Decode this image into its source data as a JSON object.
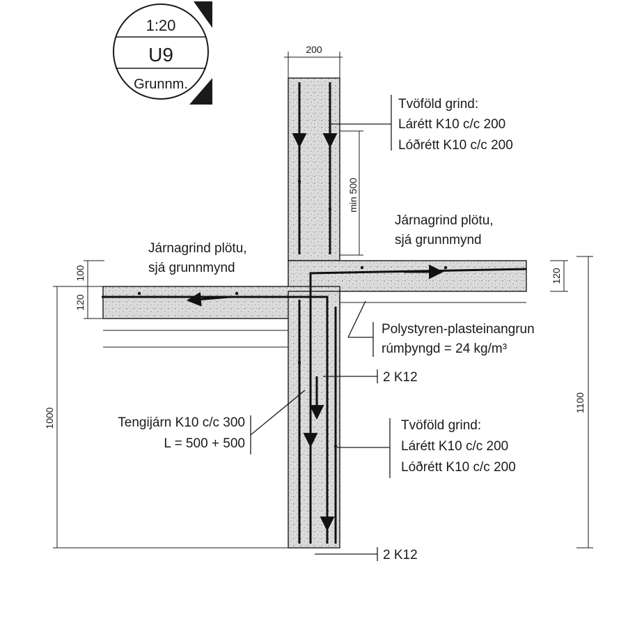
{
  "badge": {
    "scale": "1:20",
    "code": "U9",
    "ref": "Grunnm."
  },
  "dimensions": {
    "wall_width": "200",
    "min_length": "min 500",
    "slab_left_top": "100",
    "slab_left_thickness": "120",
    "slab_right_thickness": "120",
    "height_left": "1000",
    "height_right": "1100"
  },
  "labels": {
    "upper_grid": [
      "Tvöföld grind:",
      "Lárétt K10 c/c 200",
      "Lóðrétt K10 c/c 200"
    ],
    "slab_right": [
      "Járnagrind plötu,",
      "sjá grunnmynd"
    ],
    "slab_left": [
      "Járnagrind plötu,",
      "sjá grunnmynd"
    ],
    "insulation": [
      "Polystyren-plasteinangrun",
      "rúmþyngd = 24 kg/m³"
    ],
    "bars_mid": "2 K12",
    "ties": [
      "Tengijárn K10 c/c 300",
      "L = 500 + 500"
    ],
    "lower_grid": [
      "Tvöföld grind:",
      "Lárétt K10 c/c 200",
      "Lóðrétt K10 c/c 200"
    ],
    "bars_bottom": "2 K12"
  },
  "colors": {
    "line": "#1a1a1a",
    "badge_fill": "#1a1a1a",
    "concrete": "#d8d8d8"
  }
}
